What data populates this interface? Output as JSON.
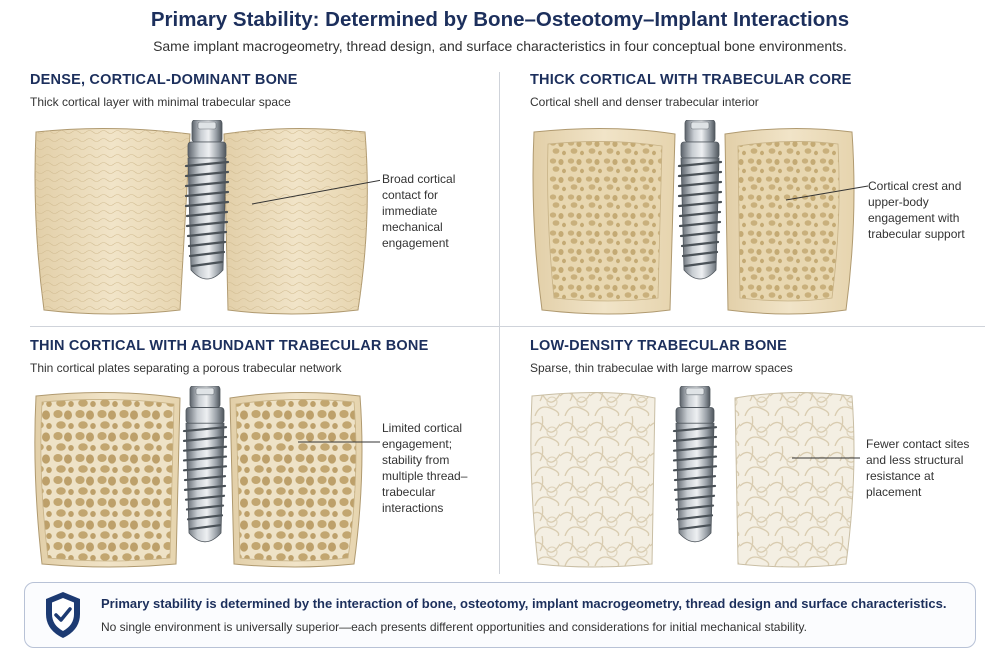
{
  "title": "Primary Stability: Determined by Bone–Osteotomy–Implant Interactions",
  "subtitle": "Same implant macrogeometry, thread design, and surface characteristics in four conceptual bone environments.",
  "panels": [
    {
      "heading": "DENSE, CORTICAL-DOMINANT BONE",
      "description": "Thick cortical layer with minimal trabecular space",
      "annotation": "Broad cortical contact for immediate mechanical engagement"
    },
    {
      "heading": "THICK CORTICAL WITH TRABECULAR CORE",
      "description": "Cortical shell and denser trabecular interior",
      "annotation": "Cortical crest and upper-body engagement with trabecular support"
    },
    {
      "heading": "THIN CORTICAL WITH ABUNDANT TRABECULAR BONE",
      "description": "Thin cortical plates separating a porous trabecular network",
      "annotation": "Limited cortical engagement; stability from multiple thread–trabecular interactions"
    },
    {
      "heading": "LOW-DENSITY TRABECULAR BONE",
      "description": "Sparse, thin trabeculae with large marrow spaces",
      "annotation": "Fewer contact sites and less structural resistance at placement"
    }
  ],
  "footer": {
    "statement": "Primary stability is determined by the interaction of bone, osteotomy, implant macrogeometry, thread design and surface characteristics.",
    "note": "No single environment is universally superior—each presents different opportunities and considerations for initial mechanical stability."
  },
  "icons": {
    "footer_icon": "shield-check-icon"
  },
  "colors": {
    "heading": "#1c2f5c",
    "cortical_bone": "#ecdcbc",
    "trabecular_bone": "#e5d3ab",
    "marrow": "#cdb788",
    "low_density_bone": "#f2ede0",
    "implant": "#8d949c",
    "shield": "#1c3a72"
  }
}
